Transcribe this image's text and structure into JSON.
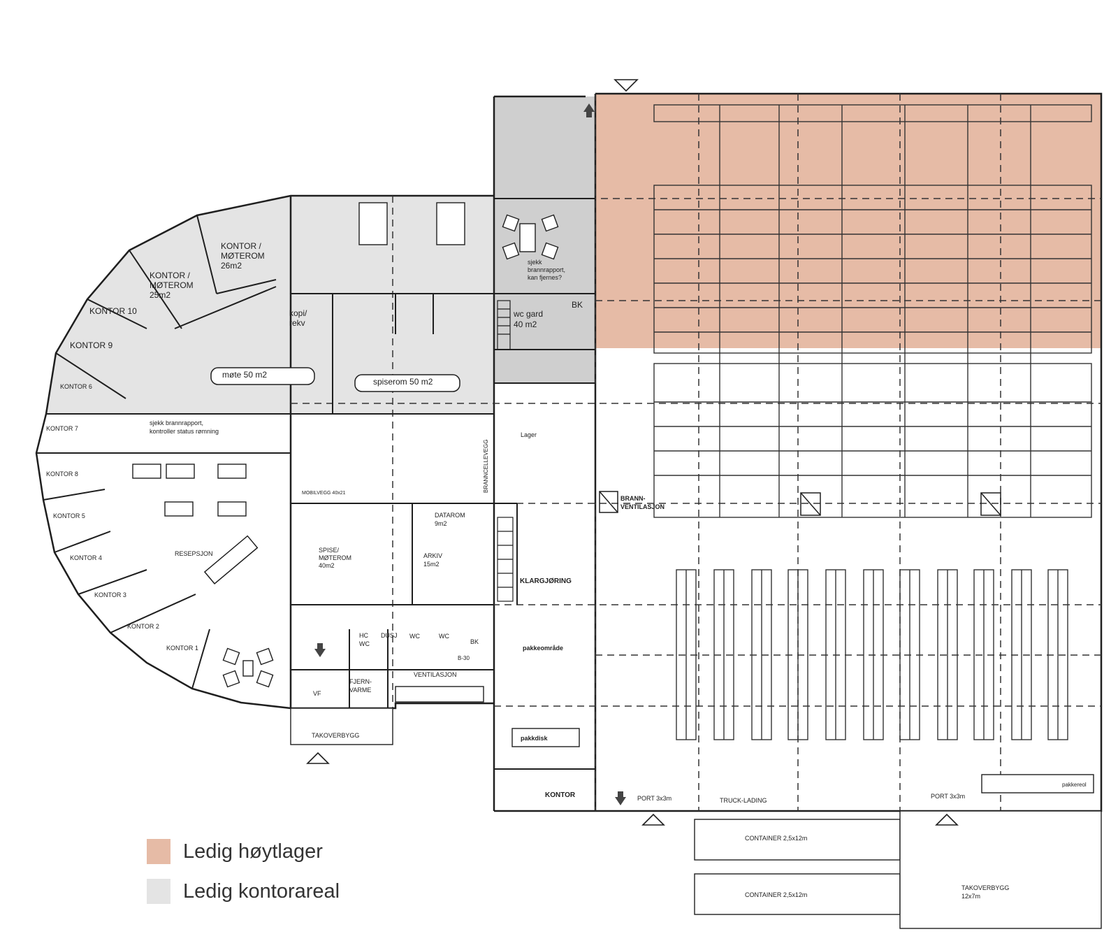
{
  "colors": {
    "warehouse": "#e6bba6",
    "office": "#e4e4e4",
    "office_dark": "#cfcfcf",
    "line": "#1f1f1f"
  },
  "legend": [
    {
      "label": "Ledig høytlager",
      "color": "#e6bba6"
    },
    {
      "label": "Ledig kontorareal",
      "color": "#e4e4e4"
    }
  ],
  "rooms": {
    "kontor_moterom_26": "KONTOR /",
    "kontor_moterom_26b": "MØTEROM",
    "kontor_moterom_26c": "26m2",
    "kontor_moterom_25": "KONTOR /",
    "kontor_moterom_25b": "MØTEROM",
    "kontor_moterom_25c": "25m2",
    "kontor10": "KONTOR 10",
    "kontor9": "KONTOR 9",
    "kontor6": "KONTOR 6",
    "kontor7": "KONTOR 7",
    "kontor8": "KONTOR 8",
    "kontor5": "KONTOR 5",
    "kontor4": "KONTOR 4",
    "kontor3": "KONTOR 3",
    "kontor2": "KONTOR 2",
    "kontor1": "KONTOR 1",
    "resepsjon": "RESEPSJON",
    "mote50": "møte 50 m2",
    "spiserom50": "spiserom 50 m2",
    "kopi": "kopi/",
    "kopi2": "rekv",
    "wc_garderobe": "wc gard",
    "wc_garderobe2": "40 m2",
    "bk": "BK",
    "sjekk1": "sjekk",
    "sjekk2": "brannrapport,",
    "sjekk3": "kan fjernes?",
    "sjekk_status1": "sjekk brannrapport,",
    "sjekk_status2": "kontroller status rømning",
    "lager": "Lager",
    "brannvegg": "BRANNCELLEVEGG",
    "dataroom": "DATAROM",
    "dataroom2": "9m2",
    "arkiv": "ARKIV",
    "arkiv2": "15m2",
    "spise_moterom": "SPISE/",
    "spise_moterom2": "MØTEROM",
    "spise_moterom3": "40m2",
    "klargjoring": "KLARGJØRING",
    "brannventilasjon": "BRANN-",
    "brannventilasjon2": "VENTILASJON",
    "pakkeomrade": "pakkeområde",
    "pakkdisk": "pakkdisk",
    "kontor": "KONTOR",
    "port1": "PORT 3x3m",
    "port2": "PORT 3x3m",
    "truck": "TRUCK-LADING",
    "container1": "CONTAINER 2,5x12m",
    "container2": "CONTAINER 2,5x12m",
    "takoverbygg1": "TAKOVERBYGG",
    "takoverbygg2": "TAKOVERBYGG",
    "takoverbygg2b": "12x7m",
    "ventilasjon": "VENTILASJON",
    "fjernvarme": "FJERN-",
    "fjernvarme2": "VARME",
    "vf": "VF",
    "hcwc": "HC",
    "hcwc2": "WC",
    "dusj": "DUSJ",
    "wc1": "WC",
    "wc2": "WC",
    "bk2": "BK",
    "b30": "B-30",
    "pakkereol": "pakkereol",
    "moblvegg": "MOBILVEGG 40x21"
  }
}
